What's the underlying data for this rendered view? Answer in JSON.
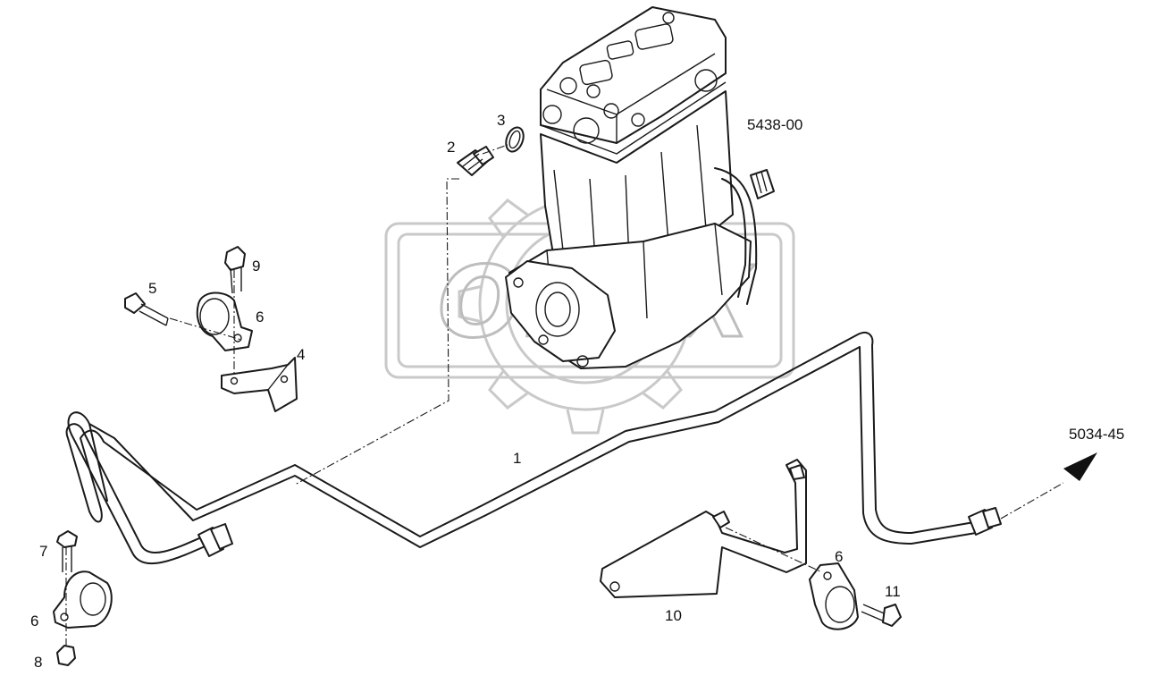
{
  "watermark": {
    "text": "OREX"
  },
  "references": [
    {
      "id": "ref-compressor",
      "label": "5438-00"
    },
    {
      "id": "ref-outlet",
      "label": "5034-45"
    }
  ],
  "callouts": [
    {
      "id": "1",
      "label": "1"
    },
    {
      "id": "2",
      "label": "2"
    },
    {
      "id": "3",
      "label": "3"
    },
    {
      "id": "4",
      "label": "4"
    },
    {
      "id": "5",
      "label": "5"
    },
    {
      "id": "6a",
      "label": "6"
    },
    {
      "id": "6b",
      "label": "6"
    },
    {
      "id": "6c",
      "label": "6"
    },
    {
      "id": "7",
      "label": "7"
    },
    {
      "id": "8",
      "label": "8"
    },
    {
      "id": "9",
      "label": "9"
    },
    {
      "id": "10",
      "label": "10"
    },
    {
      "id": "11",
      "label": "11"
    }
  ]
}
